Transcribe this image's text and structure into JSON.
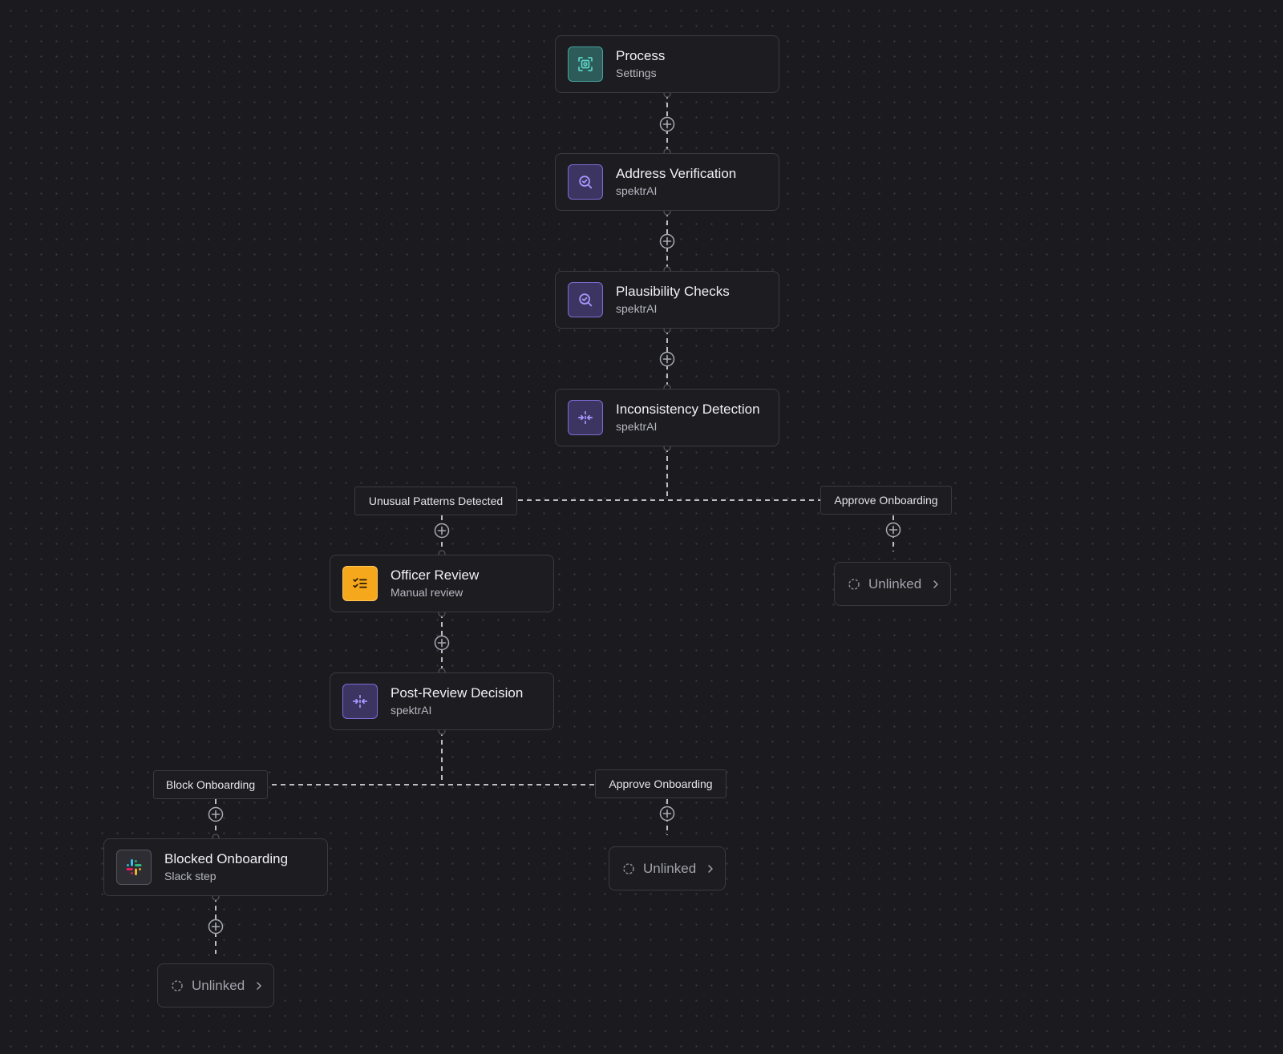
{
  "nodes": {
    "process": {
      "title": "Process",
      "subtitle": "Settings",
      "icon": "settings-scan-icon"
    },
    "address_verification": {
      "title": "Address Verification",
      "subtitle": "spektrAI",
      "icon": "ai-search-icon"
    },
    "plausibility_checks": {
      "title": "Plausibility Checks",
      "subtitle": "spektrAI",
      "icon": "ai-search-icon"
    },
    "inconsistency_detection": {
      "title": "Inconsistency Detection",
      "subtitle": "spektrAI",
      "icon": "split-arrows-icon"
    },
    "officer_review": {
      "title": "Officer Review",
      "subtitle": "Manual review",
      "icon": "checklist-icon"
    },
    "post_review_decision": {
      "title": "Post-Review Decision",
      "subtitle": "spektrAI",
      "icon": "split-arrows-icon"
    },
    "blocked_onboarding": {
      "title": "Blocked Onboarding",
      "subtitle": "Slack step",
      "icon": "slack-icon"
    }
  },
  "branches": {
    "unusual_patterns": "Unusual Patterns Detected",
    "approve_onboarding_1": "Approve Onboarding",
    "block_onboarding": "Block Onboarding",
    "approve_onboarding_2": "Approve Onboarding"
  },
  "unlinked": {
    "label": "Unlinked"
  },
  "colors": {
    "background": "#1a1a1f",
    "node_background": "#1c1c21",
    "node_border": "#3a3a42",
    "teal_accent": "#45a39b",
    "violet_accent": "#7d6cd4",
    "orange_accent": "#f6a81c"
  }
}
